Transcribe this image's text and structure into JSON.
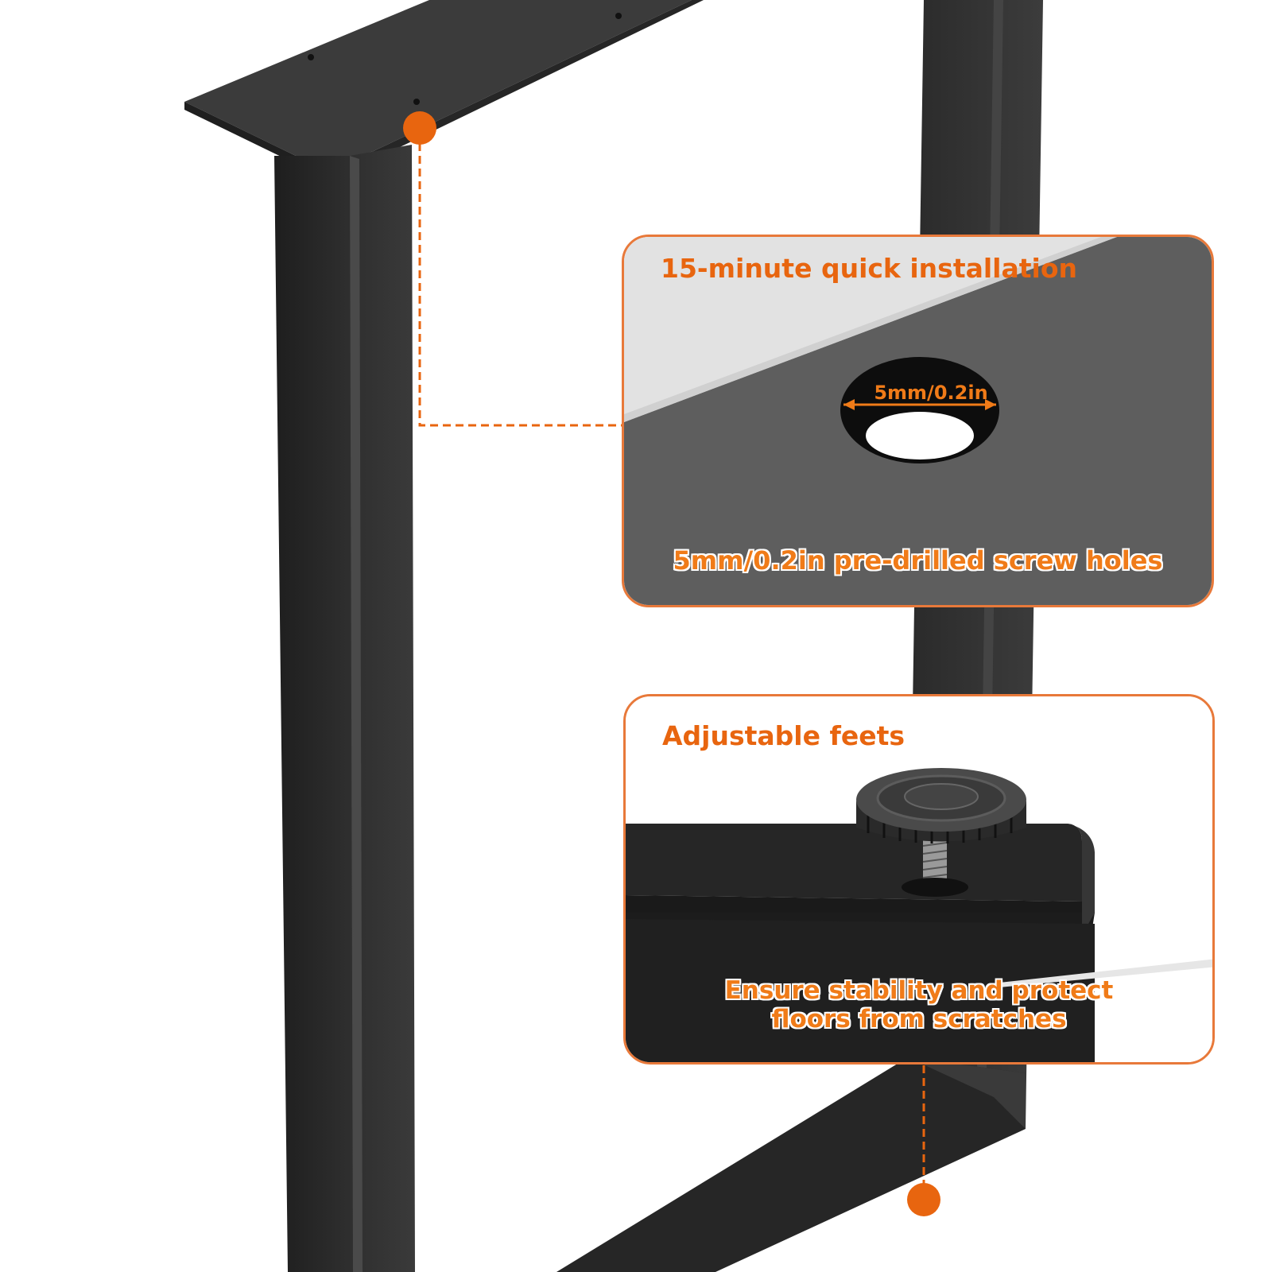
{
  "colors": {
    "accent": "#e8650f",
    "callout_border": "#e8793a",
    "metal": "#2c2c2c"
  },
  "installation_callout": {
    "title": "15-minute quick installation",
    "hole_label": "5mm/0.2in",
    "caption": "5mm/0.2in pre-drilled screw holes"
  },
  "feet_callout": {
    "title": "Adjustable feets",
    "caption_lines": [
      "Ensure stability and protect",
      "floors from scratches"
    ]
  }
}
